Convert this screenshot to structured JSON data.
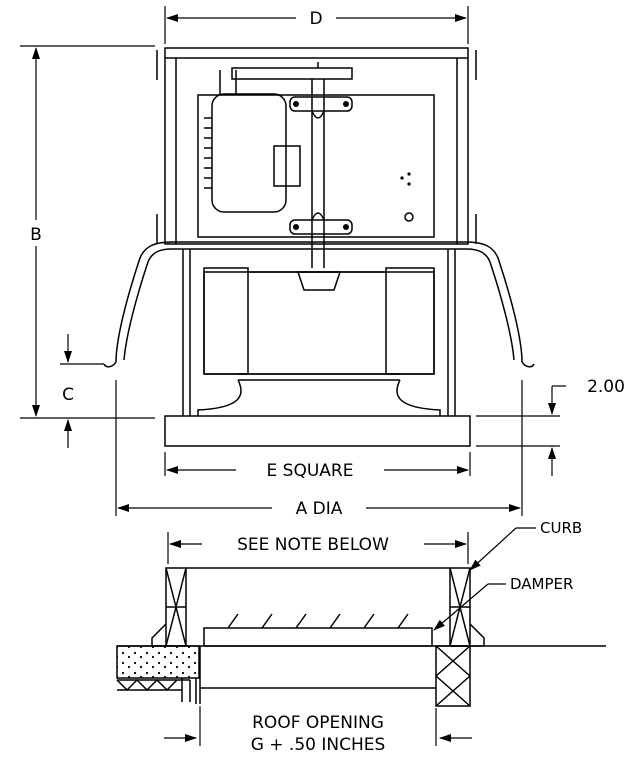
{
  "drawing": {
    "labels": {
      "d": "D",
      "b": "B",
      "c": "C",
      "two": "2.00",
      "e_square": "E SQUARE",
      "a_dia": "A DIA",
      "see_note": "SEE NOTE BELOW",
      "curb": "CURB",
      "damper": "DAMPER",
      "roof_opening": "ROOF OPENING",
      "g_inches": "G + .50 INCHES"
    }
  }
}
